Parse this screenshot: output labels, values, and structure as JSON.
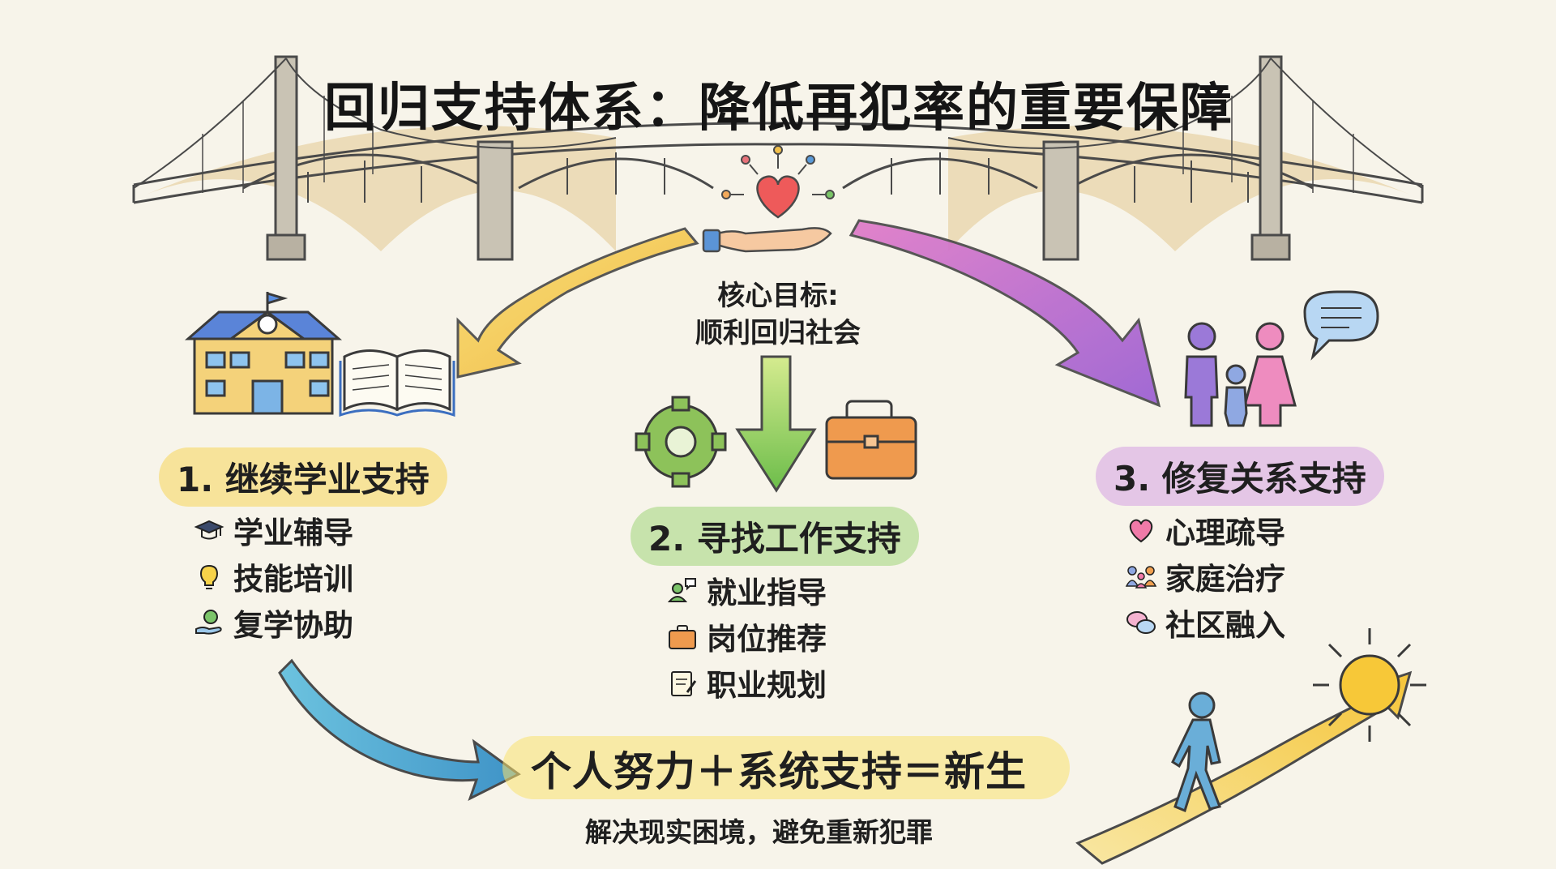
{
  "title": "回归支持体系：降低再犯率的重要保障",
  "core_goal": {
    "line1": "核心目标:",
    "line2": "顺利回归社会"
  },
  "sections": [
    {
      "heading": "1. 继续学业支持",
      "items": [
        {
          "label": "学业辅导",
          "icon": "graduation-cap-icon"
        },
        {
          "label": "技能培训",
          "icon": "lightbulb-icon"
        },
        {
          "label": "复学协助",
          "icon": "money-hand-icon"
        }
      ]
    },
    {
      "heading": "2. 寻找工作支持",
      "items": [
        {
          "label": "就业指导",
          "icon": "person-chat-icon"
        },
        {
          "label": "岗位推荐",
          "icon": "briefcase-icon"
        },
        {
          "label": "职业规划",
          "icon": "clipboard-pen-icon"
        }
      ]
    },
    {
      "heading": "3. 修复关系支持",
      "items": [
        {
          "label": "心理疏导",
          "icon": "heart-icon"
        },
        {
          "label": "家庭治疗",
          "icon": "family-icon"
        },
        {
          "label": "社区融入",
          "icon": "chat-bubbles-icon"
        }
      ]
    }
  ],
  "formula": "个人努力＋系统支持＝新生",
  "subtitle": "解决现实困境，避免重新犯罪",
  "colors": {
    "section1": "#f3c63d",
    "section2": "#8bc765",
    "section3": "#b66fd0",
    "bridge": "#b9b3a6",
    "heart": "#ee5a5a",
    "sun": "#f7c838",
    "walker_arrow": "#4fb0d8"
  }
}
